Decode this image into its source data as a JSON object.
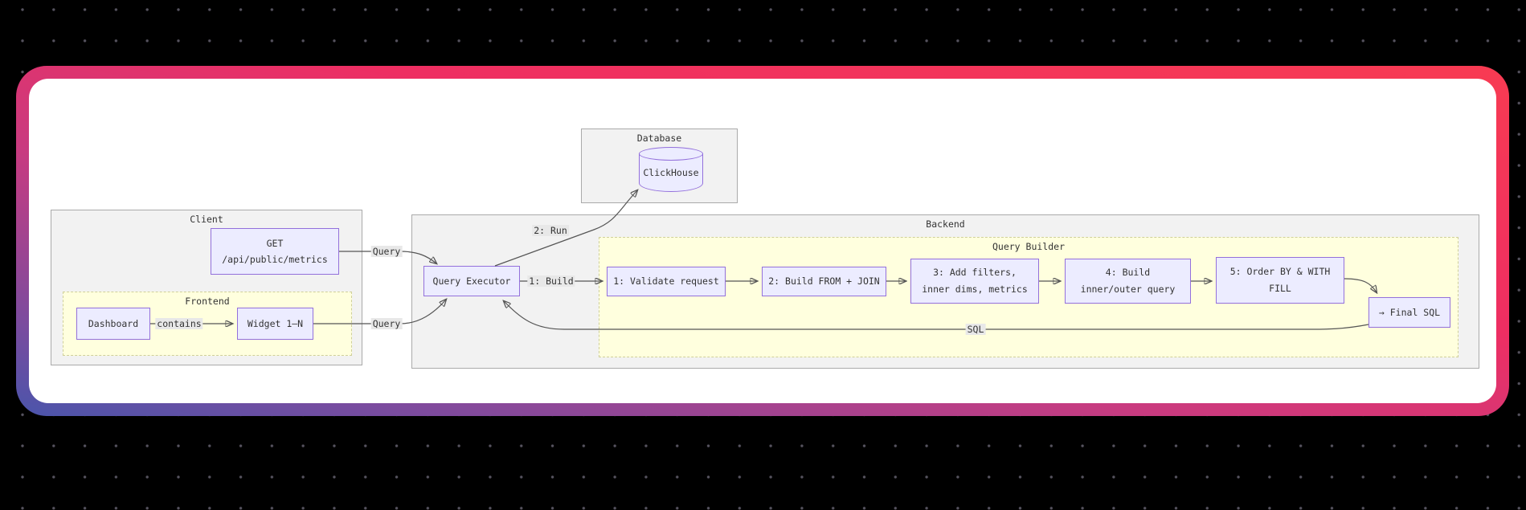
{
  "canvas": {
    "background_color": "#000000",
    "dot_color": "#56535f"
  },
  "frame": {
    "gradient_colors": [
      "#4a55ab",
      "#7d4b9e",
      "#c83b80",
      "#ee2e62",
      "#f83b52"
    ],
    "card_color": "#ffffff"
  },
  "diagram": {
    "colors": {
      "node_fill": "#ECECFF",
      "node_border": "#9370DB",
      "cluster_fill": "#f2f2f2",
      "cluster_yellow_fill": "#FFFFDE",
      "edge": "#555555",
      "label_chip": "#e8e8e8"
    },
    "clusters": {
      "database": {
        "label": "Database"
      },
      "client": {
        "label": "Client"
      },
      "frontend": {
        "label": "Frontend"
      },
      "backend": {
        "label": "Backend"
      },
      "query_builder": {
        "label": "Query Builder"
      }
    },
    "nodes": {
      "clickhouse": {
        "label": "ClickHouse"
      },
      "get_endpoint": {
        "line1": "GET",
        "line2": "/api/public/metrics"
      },
      "dashboard": {
        "label": "Dashboard"
      },
      "widget": {
        "label": "Widget 1–N"
      },
      "query_executor": {
        "label": "Query Executor"
      },
      "step1": {
        "label": "1: Validate request"
      },
      "step2": {
        "label": "2: Build FROM + JOIN"
      },
      "step3": {
        "line1": "3: Add filters,",
        "line2": "inner dims, metrics"
      },
      "step4": {
        "line1": "4: Build",
        "line2": "inner/outer query"
      },
      "step5": {
        "line1": "5: Order BY & WITH",
        "line2": "FILL"
      },
      "final_sql": {
        "label": "→ Final SQL"
      }
    },
    "edge_labels": {
      "query_get": "Query",
      "query_widget": "Query",
      "contains": "contains",
      "run": "2: Run",
      "build": "1: Build",
      "sql": "SQL"
    }
  }
}
